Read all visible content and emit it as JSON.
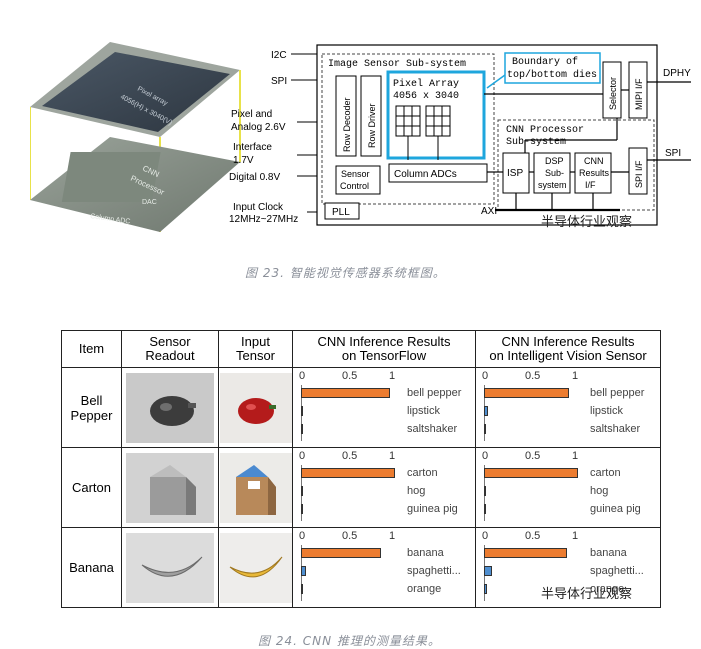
{
  "diagram": {
    "inputs": {
      "i2c": "I2C",
      "spi": "SPI",
      "pixel_analog_1": "Pixel and",
      "pixel_analog_2": "Analog 2.6V",
      "interface_1": "Interface",
      "interface_2": "1.7V",
      "digital": "Digital 0.8V",
      "clock_1": "Input Clock",
      "clock_2": "12MHz~27MHz"
    },
    "outputs": {
      "dphy": "DPHY",
      "spi_out": "SPI"
    },
    "blocks": {
      "image_sensor": "Image Sensor Sub-system",
      "boundary_1": "Boundary of",
      "boundary_2": "top/bottom dies",
      "pixel_array_1": "Pixel Array",
      "pixel_array_2": "4056 x 3040",
      "row_decoder": "Row Decoder",
      "row_driver": "Row Driver",
      "sensor_control_1": "Sensor",
      "sensor_control_2": "Control",
      "column_adcs": "Column ADCs",
      "pll": "PLL",
      "selector": "Selector",
      "mipi": "MIPI I/F",
      "cnn_processor_1": "CNN Processor",
      "cnn_processor_2": "Sub-system",
      "isp": "ISP",
      "dsp_1": "DSP",
      "dsp_2": "Sub-",
      "dsp_3": "system",
      "cnn_results_1": "CNN",
      "cnn_results_2": "Results",
      "cnn_results_3": "I/F",
      "spi_if": "SPI I/F",
      "axi": "AXI"
    },
    "chip": {
      "pixel_array_1": "Pixel array",
      "pixel_array_2": "4056(H) x 3040(V)",
      "cnn_1": "CNN",
      "cnn_2": "Processor",
      "dac": "DAC",
      "column_adc": "Column ADC"
    }
  },
  "watermark": "半导体行业观察",
  "caption1": "图 23. 智能视觉传感器系统框图。",
  "caption2": "图 24. CNN 推理的测量结果。",
  "table": {
    "headers": {
      "item": "Item",
      "sensor_1": "Sensor",
      "sensor_2": "Readout",
      "input_1": "Input",
      "input_2": "Tensor",
      "tf_1": "CNN Inference Results",
      "tf_2": "on TensorFlow",
      "ivs_1": "CNN Inference Results",
      "ivs_2": "on Intelligent Vision Sensor"
    },
    "ticks": [
      "0",
      "0.5",
      "1"
    ],
    "rows": [
      {
        "item_1": "Bell",
        "item_2": "Pepper",
        "labels": [
          "bell pepper",
          "lipstick",
          "saltshaker"
        ]
      },
      {
        "item_1": "Carton",
        "item_2": "",
        "labels": [
          "carton",
          "hog",
          "guinea pig"
        ]
      },
      {
        "item_1": "Banana",
        "item_2": "",
        "labels": [
          "banana",
          "spaghetti...",
          "orange"
        ]
      }
    ]
  },
  "chart_data": [
    {
      "type": "bar",
      "title": "CNN Inference Results on TensorFlow",
      "item": "Bell Pepper",
      "categories": [
        "bell pepper",
        "lipstick",
        "saltshaker"
      ],
      "values": [
        0.95,
        0.01,
        0.005
      ],
      "xlim": [
        0,
        1
      ]
    },
    {
      "type": "bar",
      "title": "CNN Inference Results on Intelligent Vision Sensor",
      "item": "Bell Pepper",
      "categories": [
        "bell pepper",
        "lipstick",
        "saltshaker"
      ],
      "values": [
        0.9,
        0.04,
        0.01
      ],
      "xlim": [
        0,
        1
      ]
    },
    {
      "type": "bar",
      "title": "CNN Inference Results on TensorFlow",
      "item": "Carton",
      "categories": [
        "carton",
        "hog",
        "guinea pig"
      ],
      "values": [
        1.0,
        0.0,
        0.0
      ],
      "xlim": [
        0,
        1
      ]
    },
    {
      "type": "bar",
      "title": "CNN Inference Results on Intelligent Vision Sensor",
      "item": "Carton",
      "categories": [
        "carton",
        "hog",
        "guinea pig"
      ],
      "values": [
        1.0,
        0.0,
        0.0
      ],
      "xlim": [
        0,
        1
      ]
    },
    {
      "type": "bar",
      "title": "CNN Inference Results on TensorFlow",
      "item": "Banana",
      "categories": [
        "banana",
        "spaghetti...",
        "orange"
      ],
      "values": [
        0.85,
        0.05,
        0.01
      ],
      "xlim": [
        0,
        1
      ]
    },
    {
      "type": "bar",
      "title": "CNN Inference Results on Intelligent Vision Sensor",
      "item": "Banana",
      "categories": [
        "banana",
        "spaghetti...",
        "orange"
      ],
      "values": [
        0.88,
        0.08,
        0.03
      ],
      "xlim": [
        0,
        1
      ]
    }
  ],
  "colors": {
    "orange": "#ec7c30",
    "blue": "#4f8fd0",
    "cyan": "#1ea6dd"
  }
}
